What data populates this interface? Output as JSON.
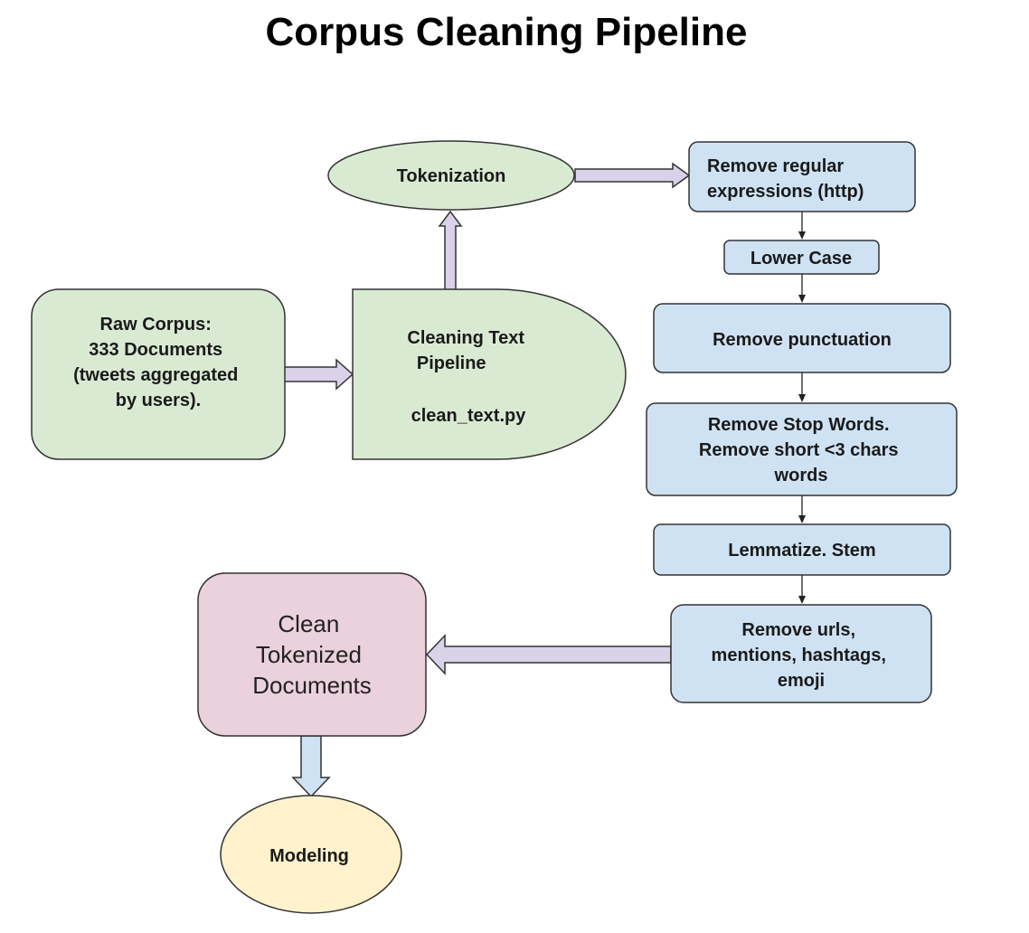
{
  "title": "Corpus Cleaning Pipeline",
  "colors": {
    "green_fill": "#d9ead3",
    "blue_fill": "#cfe2f3",
    "pink_fill": "#ead1dc",
    "yellow_fill": "#fff2cc",
    "arrow_purple": "#d9d2e9",
    "arrow_blue": "#cfe2f3",
    "stroke": "#333333"
  },
  "nodes": {
    "raw_corpus": {
      "lines": [
        "Raw Corpus:",
        "333 Documents",
        "(tweets aggregated",
        "by users)."
      ]
    },
    "cleaning_pipeline": {
      "lines": [
        "Cleaning Text",
        "Pipeline",
        "",
        "clean_text.py"
      ]
    },
    "tokenization": {
      "lines": [
        "Tokenization"
      ]
    },
    "remove_regex": {
      "lines": [
        "Remove regular",
        "expressions (http)"
      ]
    },
    "lower_case": {
      "lines": [
        "Lower Case"
      ]
    },
    "remove_punct": {
      "lines": [
        "Remove punctuation"
      ]
    },
    "remove_stop": {
      "lines": [
        "Remove Stop Words.",
        "Remove short <3 chars",
        "words"
      ]
    },
    "lemmatize": {
      "lines": [
        "Lemmatize. Stem"
      ]
    },
    "remove_urls": {
      "lines": [
        "Remove urls,",
        "mentions, hashtags,",
        "emoji"
      ]
    },
    "clean_docs": {
      "lines": [
        "Clean",
        "Tokenized",
        "Documents"
      ]
    },
    "modeling": {
      "lines": [
        "Modeling"
      ]
    }
  }
}
